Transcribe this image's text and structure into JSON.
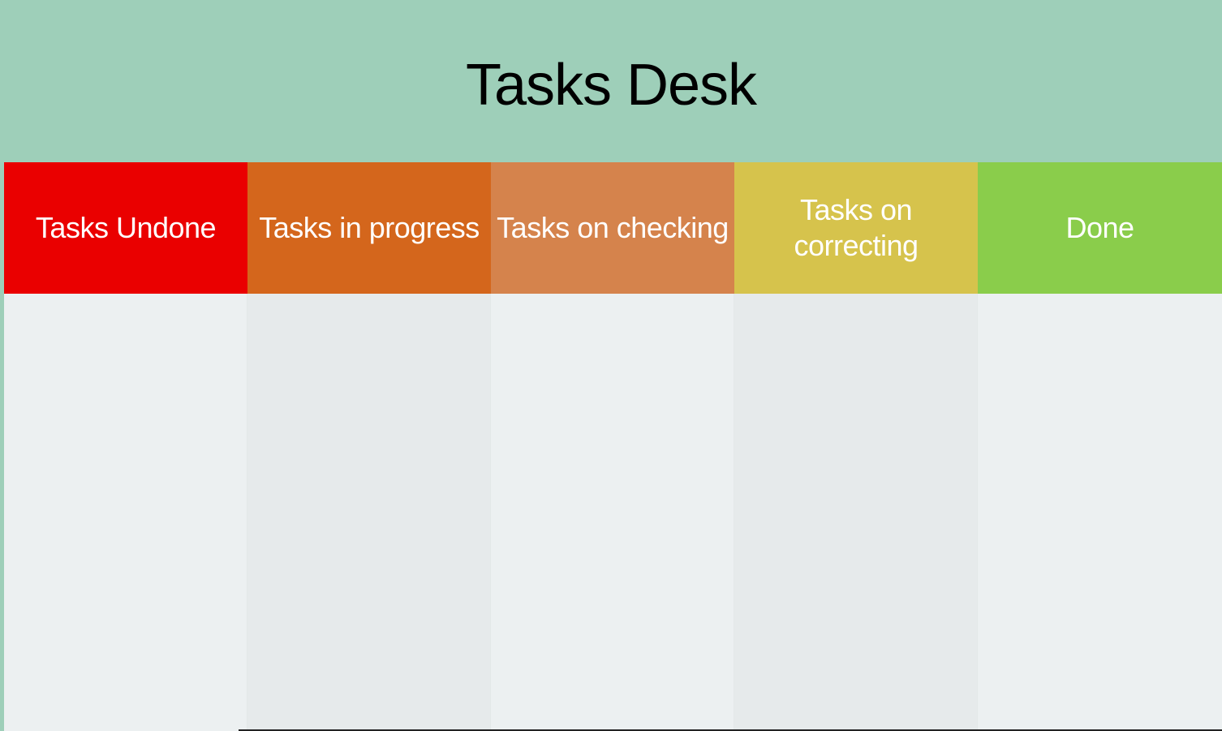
{
  "header": {
    "title": "Tasks Desk"
  },
  "colors": {
    "background": "#9ecfb9",
    "undone": "#ea0000",
    "in_progress": "#d4661c",
    "checking": "#d5834c",
    "correcting": "#d6c34c",
    "done": "#8acd4b"
  },
  "columns": [
    {
      "label": "Tasks Undone",
      "color": "#ea0000"
    },
    {
      "label": "Tasks in progress",
      "color": "#d4661c"
    },
    {
      "label": "Tasks on checking",
      "color": "#d5834c"
    },
    {
      "label": "Tasks on correcting",
      "color": "#d6c34c"
    },
    {
      "label": "Done",
      "color": "#8acd4b"
    }
  ]
}
